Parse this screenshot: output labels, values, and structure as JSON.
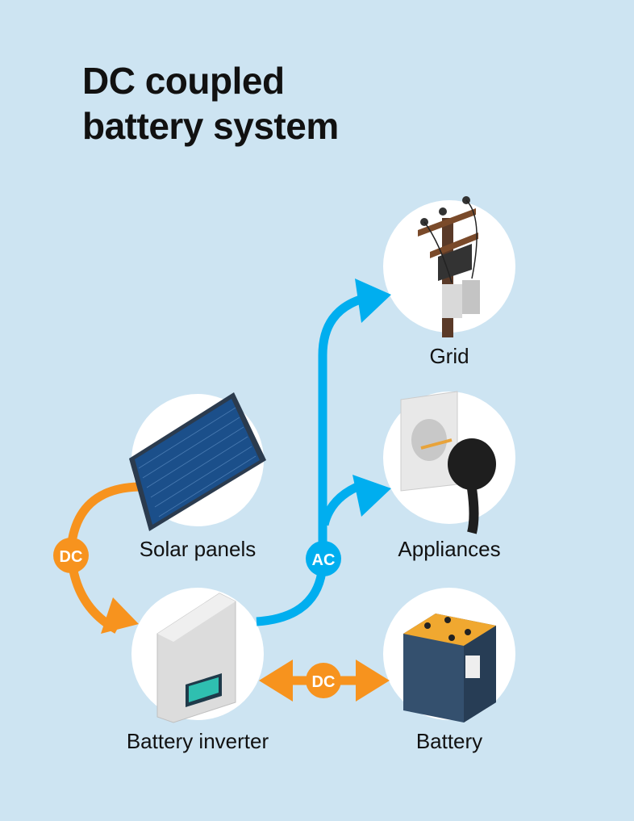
{
  "title_line1": "DC coupled",
  "title_line2": "battery system",
  "colors": {
    "background": "#cde4f2",
    "dc": "#f7931e",
    "ac": "#00aeef",
    "node": "#ffffff"
  },
  "nodes": {
    "grid": {
      "label": "Grid",
      "icon": "utility-pole-icon"
    },
    "appliances": {
      "label": "Appliances",
      "icon": "plug-socket-icon"
    },
    "solar": {
      "label": "Solar panels",
      "icon": "solar-panel-icon"
    },
    "inverter": {
      "label": "Battery inverter",
      "icon": "inverter-icon"
    },
    "battery": {
      "label": "Battery",
      "icon": "battery-icon"
    }
  },
  "flows": {
    "solar_to_inverter": "DC",
    "inverter_to_grid_appliances": "AC",
    "inverter_battery": "DC"
  }
}
